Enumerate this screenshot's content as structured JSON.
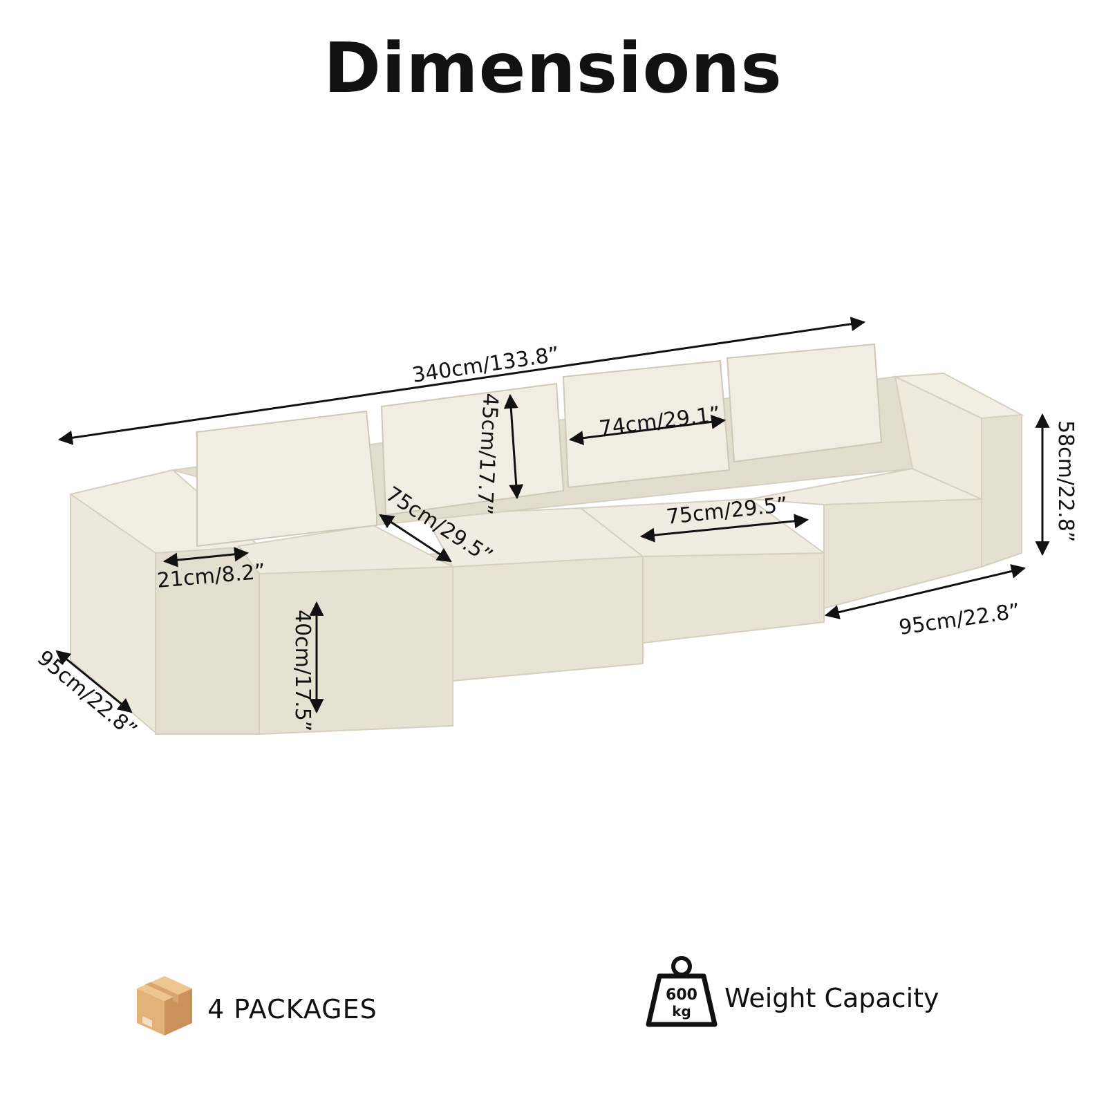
{
  "title": "Dimensions",
  "dimensions": {
    "overall_length": "340cm/133.8”",
    "backrest_height": "45cm/17.7”",
    "cushion_width": "74cm/29.1”",
    "total_height": "58cm/22.8”",
    "seat_diagonal": "75cm/29.5”",
    "seat_width": "75cm/29.5”",
    "armrest_width": "21cm/8.2”",
    "seat_height": "40cm/17.5”",
    "depth_left": "95cm/22.8”",
    "depth_right": "95cm/22.8”"
  },
  "packages": {
    "icon": "box-icon",
    "label": "4 PACKAGES"
  },
  "weight": {
    "icon": "weight-icon",
    "badge_value": "600",
    "badge_unit": "kg",
    "label": "Weight Capacity"
  },
  "colors": {
    "sofa": "#ede8dc",
    "sofa_shadow": "#d9d2c3",
    "box": "#e3b27a",
    "text": "#111111"
  }
}
